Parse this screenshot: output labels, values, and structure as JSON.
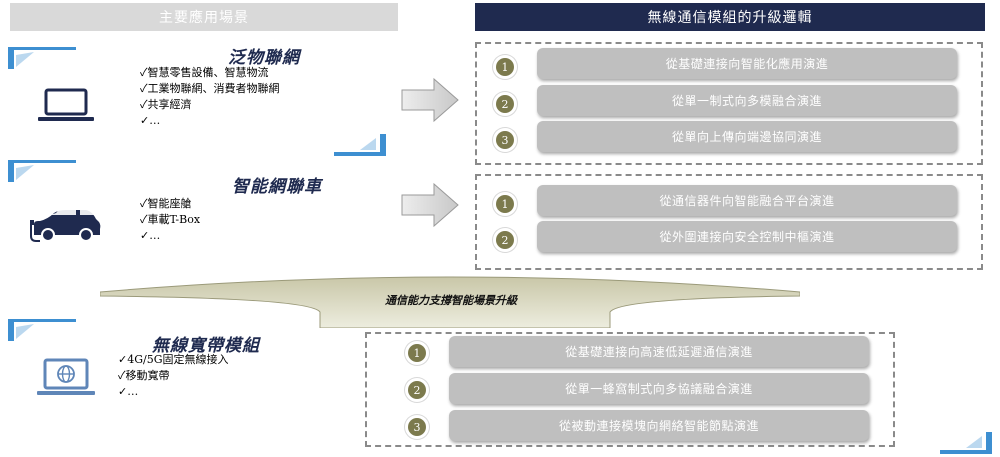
{
  "headers": {
    "left": "主要應用場景",
    "right": "無線通信模組的升級邏輯"
  },
  "categories": [
    {
      "title": "泛物聯網",
      "icon": "laptop-icon",
      "items": [
        "✓智慧零售設備、智慧物流",
        "✓工業物聯網、消費者物聯網",
        "✓共享經濟",
        "✓…"
      ]
    },
    {
      "title": "智能網聯車",
      "icon": "car-icon",
      "items": [
        "✓智能座艙",
        "✓車載T-Box",
        "✓…"
      ]
    },
    {
      "title": "無線寬帶模組",
      "icon": "globe-laptop-icon",
      "items": [
        "✓4G/5G固定無線接入",
        "✓移動寬帶",
        "✓…"
      ]
    }
  ],
  "bridge_label": "通信能力支撐智能場景升級",
  "upgrade_groups": [
    {
      "steps": [
        {
          "num": "1",
          "label": "從基礎連接向智能化應用演進"
        },
        {
          "num": "2",
          "label": "從單一制式向多模融合演進"
        },
        {
          "num": "3",
          "label": "從單向上傳向端邊協同演進"
        }
      ]
    },
    {
      "steps": [
        {
          "num": "1",
          "label": "從通信器件向智能融合平台演進"
        },
        {
          "num": "2",
          "label": "從外圍連接向安全控制中樞演進"
        }
      ]
    },
    {
      "steps": [
        {
          "num": "1",
          "label": "從基礎連接向高速低延遲通信演進"
        },
        {
          "num": "2",
          "label": "從單一蜂窩制式向多協議融合演進"
        },
        {
          "num": "3",
          "label": "從被動連接模塊向網絡智能節點演進"
        }
      ]
    }
  ],
  "colors": {
    "navy": "#1f2a4f",
    "accent_blue": "#3d8fd1",
    "bar_gray": "#bfbfbf",
    "number_olive": "#7c7a4d",
    "bridge_olive": "#d6d5c0"
  }
}
